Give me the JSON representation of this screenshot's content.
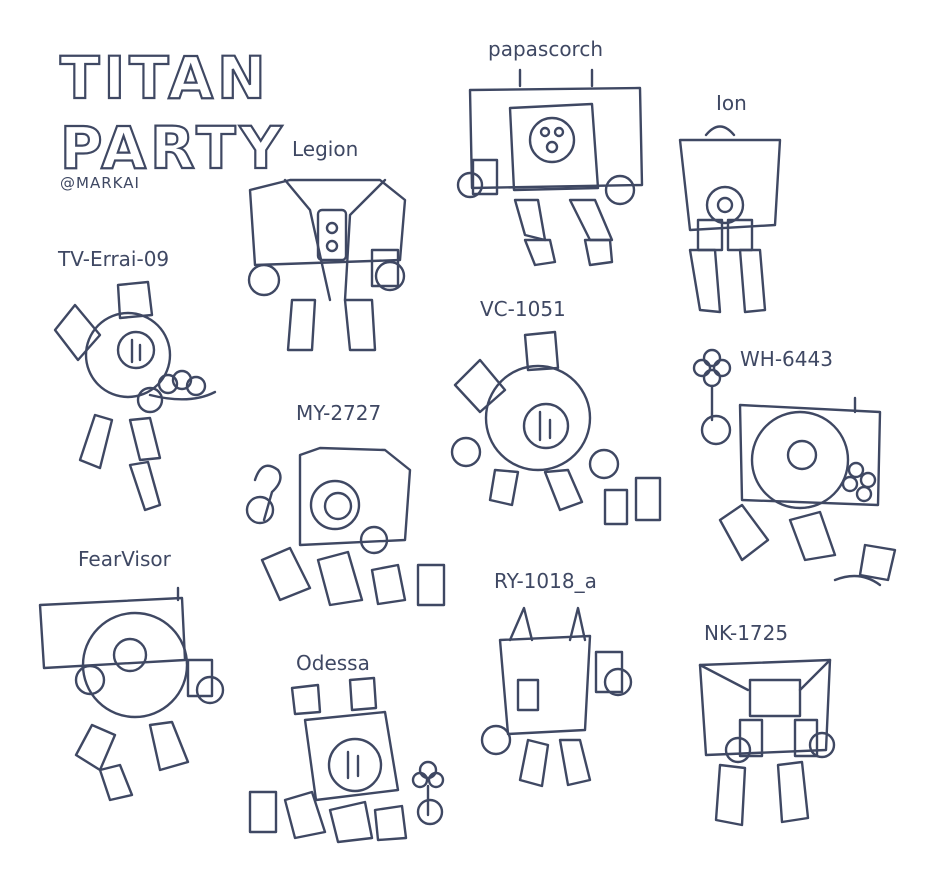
{
  "title": {
    "line1": "TITAN",
    "line2": "PARTY",
    "credit": "@MARKAI"
  },
  "titans": [
    {
      "name": "papascorch"
    },
    {
      "name": "Ion"
    },
    {
      "name": "Legion"
    },
    {
      "name": "TV-Errai-09"
    },
    {
      "name": "VC-1051"
    },
    {
      "name": "WH-6443"
    },
    {
      "name": "MY-2727"
    },
    {
      "name": "FearVisor"
    },
    {
      "name": "RY-1018_a"
    },
    {
      "name": "NK-1725"
    },
    {
      "name": "Odessa"
    }
  ],
  "colors": {
    "line": "#3f4863",
    "background": "#ffffff"
  }
}
